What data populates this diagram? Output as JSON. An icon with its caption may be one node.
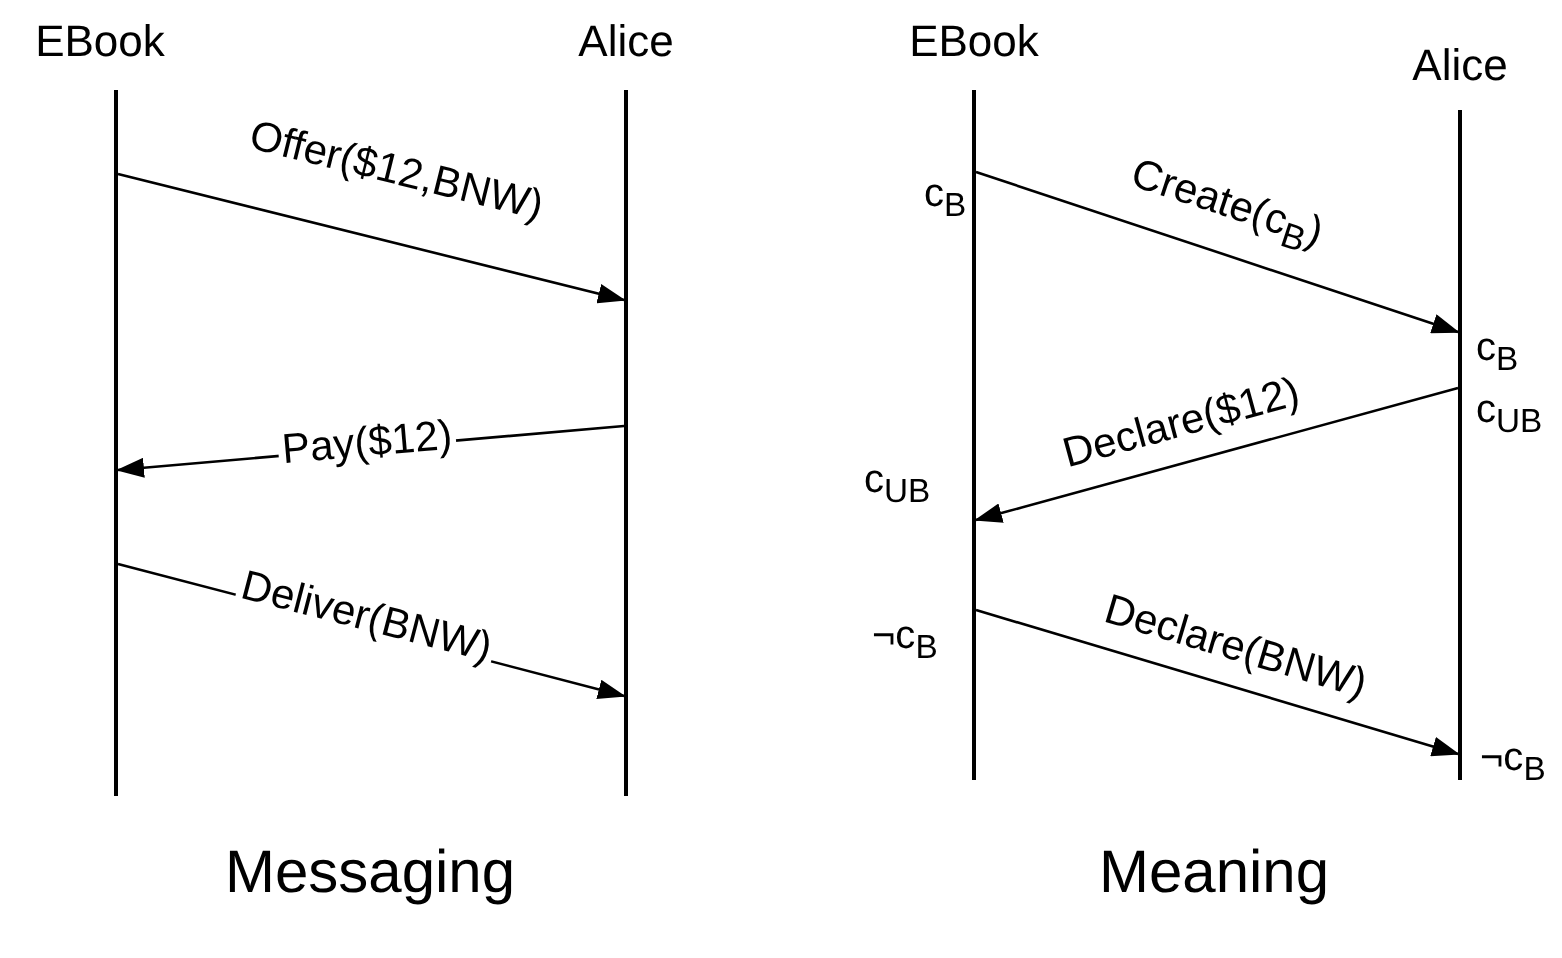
{
  "diagram": {
    "nodes": [
      {
        "text": [
          "EBook"
        ]
      },
      {
        "text": [
          "Alice"
        ]
      },
      {
        "text": [
          "EBook"
        ]
      },
      {
        "text": [
          "Alice"
        ]
      }
    ],
    "edges": [
      {
        "from": 0,
        "to": 1,
        "arrow": "to",
        "label": "Offer($12,BNW)"
      },
      {
        "from": 1,
        "to": 0,
        "arrow": "to",
        "label": "Pay($12)"
      },
      {
        "from": 0,
        "to": 1,
        "arrow": "to",
        "label": "Deliver(BNW)"
      },
      {
        "from": 2,
        "to": 3,
        "arrow": "to",
        "label": "Create(c$_{B}$)"
      },
      {
        "from": 3,
        "to": 2,
        "arrow": "to",
        "label": "Declare($12)"
      },
      {
        "from": 2,
        "to": 3,
        "arrow": "to",
        "label": "Declare(BNW)"
      }
    ],
    "labels": [
      "c$_{B}$",
      "c$_{B}$",
      "c$_{UB}$",
      "c$_{UB}$",
      "¬c$_{B}$",
      "¬c$_{B}$",
      "Messaging",
      "Meaning"
    ]
  }
}
